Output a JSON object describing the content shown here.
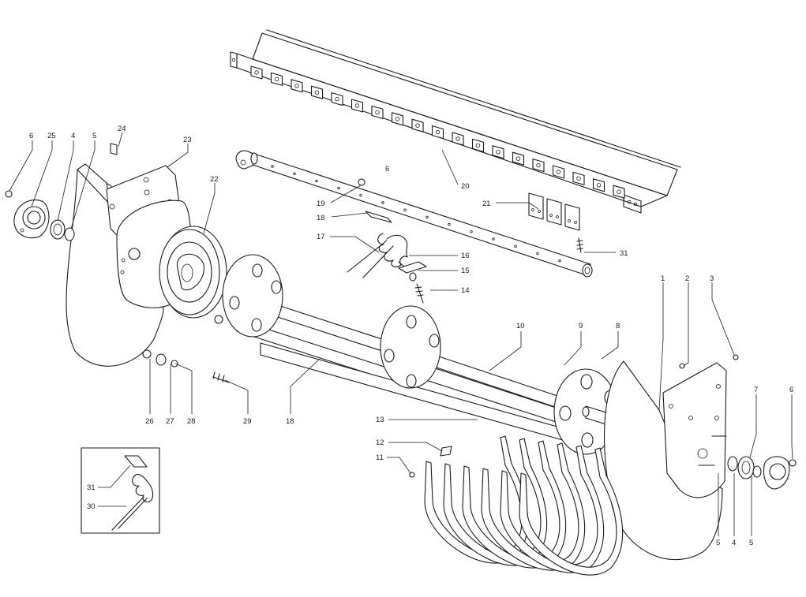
{
  "labels": {
    "c1": "1",
    "c2": "2",
    "c3": "3",
    "c4a": "4",
    "c4b": "4",
    "c5a": "5",
    "c5b": "5",
    "c5c": "5",
    "c6a": "6",
    "c6b": "6",
    "c6c": "6",
    "c7": "7",
    "c8": "8",
    "c9": "9",
    "c10": "10",
    "c11": "11",
    "c12": "12",
    "c13": "13",
    "c14": "14",
    "c15": "15",
    "c16": "16",
    "c17": "17",
    "c18a": "18",
    "c18b": "18",
    "c19": "19",
    "c20": "20",
    "c21": "21",
    "c22": "22",
    "c23": "23",
    "c24": "24",
    "c25": "25",
    "c26": "26",
    "c27": "27",
    "c28": "28",
    "c29": "29",
    "c30": "30",
    "c31a": "31",
    "c31b": "31"
  }
}
